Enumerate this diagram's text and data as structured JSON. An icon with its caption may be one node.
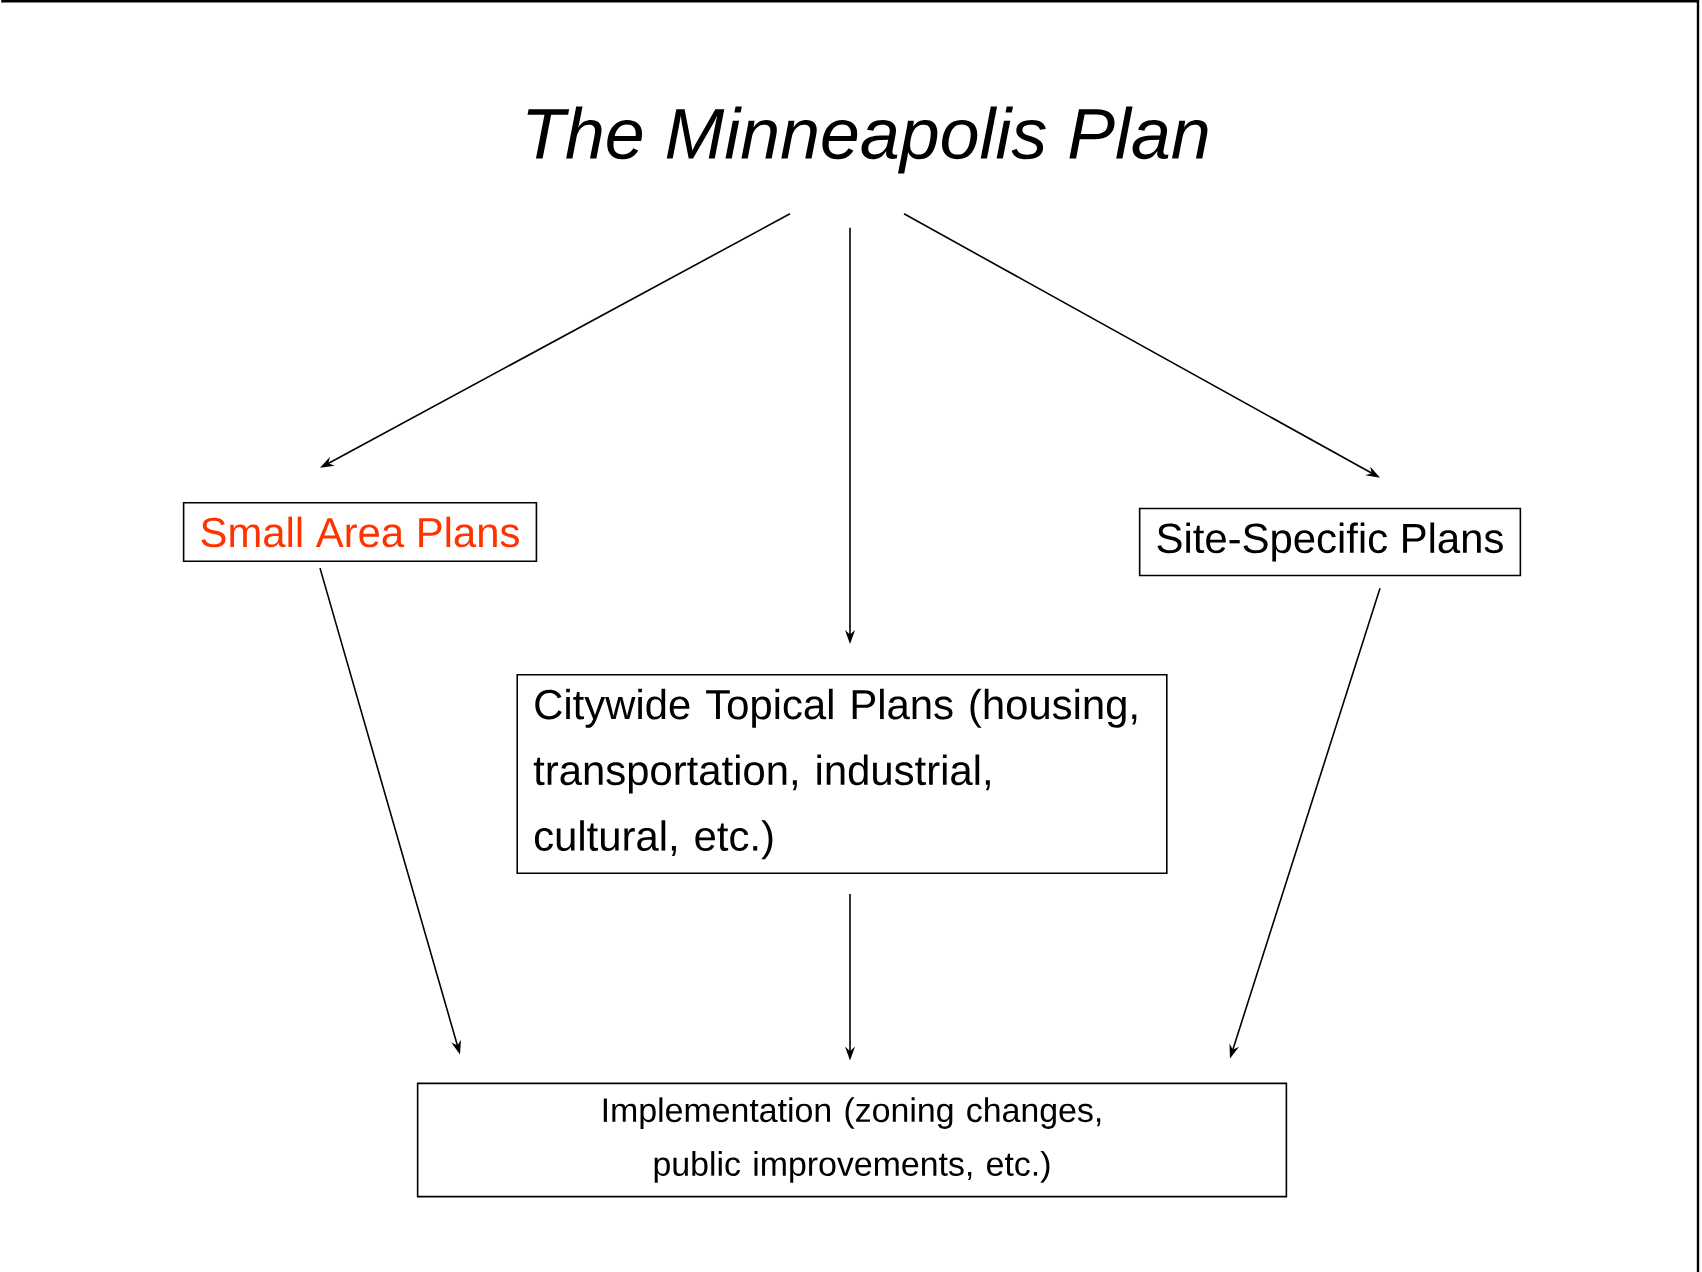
{
  "diagram": {
    "nodes": [
      {
        "text": [
          "The Minneapolis Plan"
        ]
      },
      {
        "text": [
          "Small Area Plans"
        ]
      },
      {
        "text": [
          "Site-Specific Plans"
        ]
      },
      {
        "text": [
          "Citywide Topical Plans (housing, transportation, industrial, cultural, etc.)"
        ]
      },
      {
        "text": [
          "Implementation (zoning changes, public improvements, etc.)"
        ]
      }
    ],
    "edges": [
      {
        "from": 0,
        "to": 1,
        "arrow": "to"
      },
      {
        "from": 0,
        "to": 3,
        "arrow": "to"
      },
      {
        "from": 0,
        "to": 2,
        "arrow": "to"
      },
      {
        "from": 1,
        "to": 4,
        "arrow": "to"
      },
      {
        "from": 3,
        "to": 4,
        "arrow": "to"
      },
      {
        "from": 2,
        "to": 4,
        "arrow": "to"
      }
    ]
  }
}
